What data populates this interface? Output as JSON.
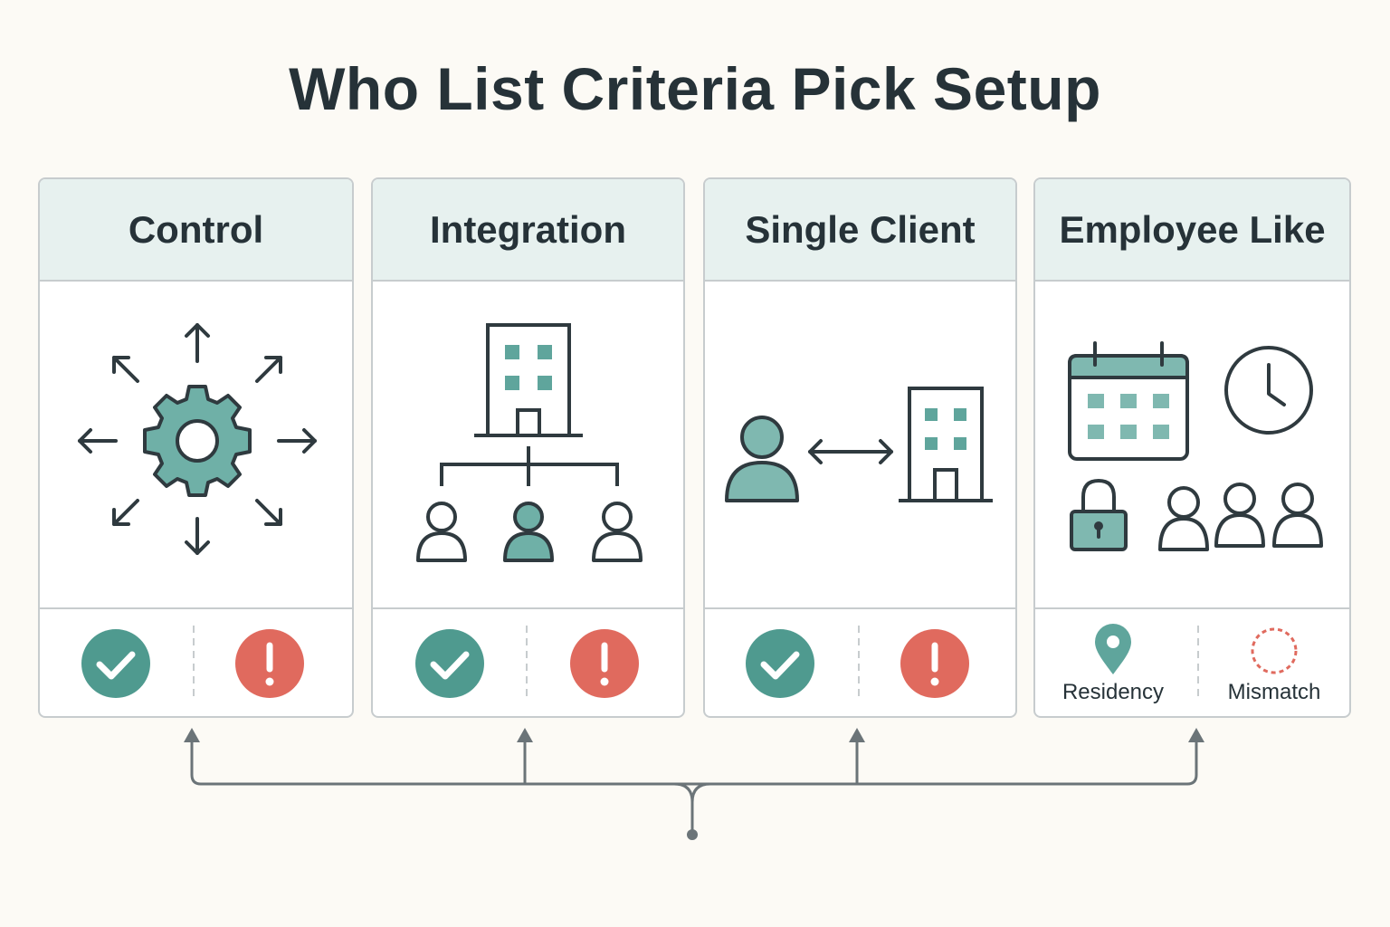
{
  "title": "Who List Criteria Pick Setup",
  "colors": {
    "teal": "#5fa59c",
    "teal_light": "#7fb8b0",
    "red": "#e06a5e",
    "dark": "#2f3a3f",
    "header_bg": "#e7f1ef",
    "border": "#c7ccce"
  },
  "cards": [
    {
      "title": "Control",
      "icons": [
        "gear-icon",
        "arrow-icon",
        "check-icon",
        "alert-icon"
      ]
    },
    {
      "title": "Integration",
      "icons": [
        "building-icon",
        "org-chart-icon",
        "user-icon",
        "check-icon",
        "alert-icon"
      ]
    },
    {
      "title": "Single Client",
      "icons": [
        "user-icon",
        "double-arrow-icon",
        "building-icon",
        "check-icon",
        "alert-icon"
      ]
    },
    {
      "title": "Employee Like",
      "icons": [
        "calendar-icon",
        "clock-icon",
        "lock-icon",
        "user-icon",
        "location-pin-icon",
        "dashed-circle-icon"
      ],
      "footer_labels": [
        "Residency",
        "Mismatch"
      ]
    }
  ]
}
